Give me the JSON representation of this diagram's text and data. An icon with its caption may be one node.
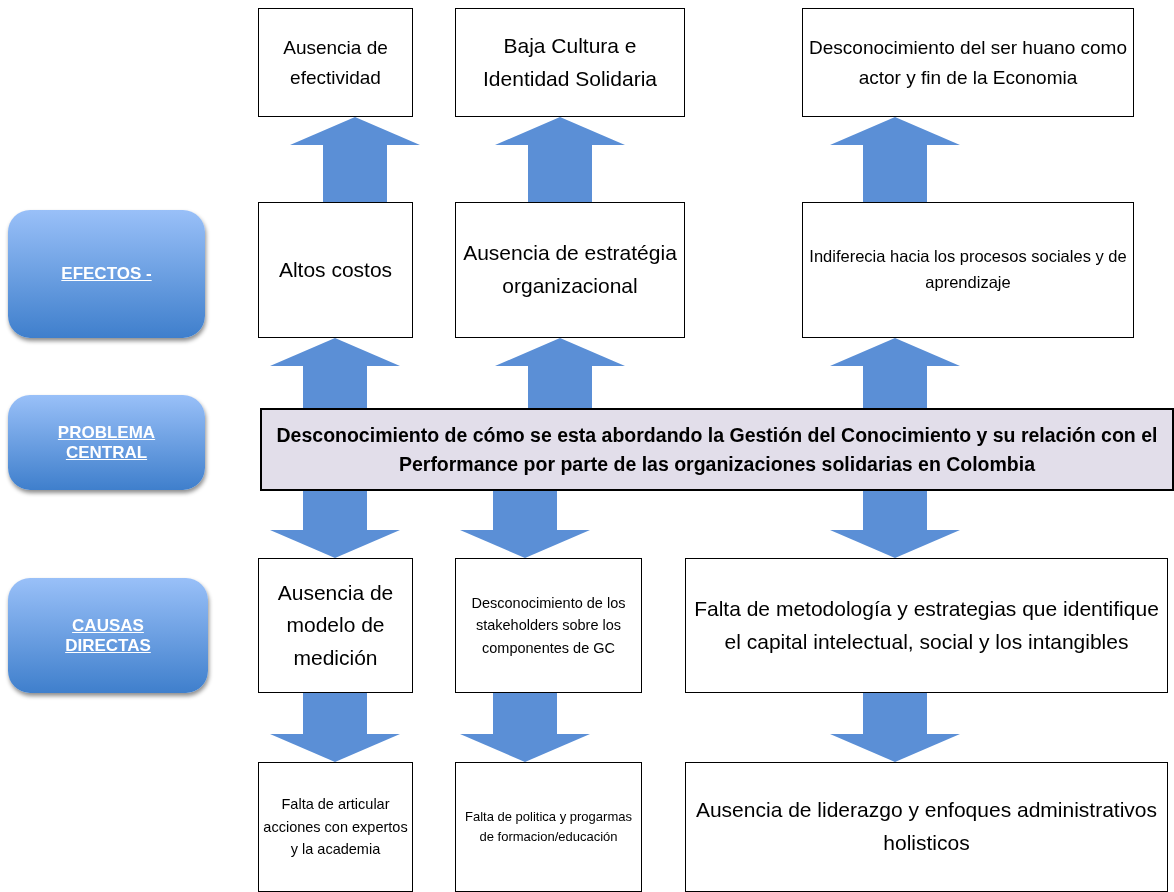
{
  "diagram": {
    "nodes": [
      {
        "text": [
          "EFECTOS -"
        ]
      },
      {
        "text": [
          "PROBLEMA CENTRAL"
        ]
      },
      {
        "text": [
          "CAUSAS DIRECTAS"
        ]
      },
      {
        "text": [
          "Ausencia de efectividad"
        ]
      },
      {
        "text": [
          "Baja Cultura e Identidad Solidaria"
        ]
      },
      {
        "text": [
          "Desconocimiento del ser huano como actor y fin de la Economia"
        ]
      },
      {
        "text": [
          "Altos costos"
        ]
      },
      {
        "text": [
          "Ausencia de estratégia organizacional"
        ]
      },
      {
        "text": [
          "Indiferecia hacia los procesos sociales y de aprendizaje"
        ]
      },
      {
        "text": [
          "Desconocimiento de cómo se esta  abordando  la Gestión  del Conocimiento y su relación con el Performance por parte de las organizaciones solidarias en Colombia"
        ]
      },
      {
        "text": [
          "Ausencia de modelo de medición"
        ]
      },
      {
        "text": [
          "Desconocimiento  de los stakeholders sobre los componentes de GC"
        ]
      },
      {
        "text": [
          "Falta de metodología y estrategias  que identifique el capital intelectual, social y los intangibles"
        ]
      },
      {
        "text": [
          "Falta de articular acciones con expertos y la academia"
        ]
      },
      {
        "text": [
          "Falta de politica y progarmas de formacion/educación"
        ]
      },
      {
        "text": [
          "Ausencia de liderazgo y enfoques administrativos holisticos"
        ]
      }
    ],
    "edges": [
      {
        "from": 6,
        "to": 3,
        "arrow": "to"
      },
      {
        "from": 7,
        "to": 4,
        "arrow": "to"
      },
      {
        "from": 8,
        "to": 5,
        "arrow": "to"
      },
      {
        "from": 9,
        "to": 6,
        "arrow": "to"
      },
      {
        "from": 9,
        "to": 7,
        "arrow": "to"
      },
      {
        "from": 9,
        "to": 8,
        "arrow": "to"
      },
      {
        "from": 9,
        "to": 10,
        "arrow": "to"
      },
      {
        "from": 9,
        "to": 11,
        "arrow": "to"
      },
      {
        "from": 9,
        "to": 12,
        "arrow": "to"
      },
      {
        "from": 10,
        "to": 13,
        "arrow": "to"
      },
      {
        "from": 11,
        "to": 14,
        "arrow": "to"
      },
      {
        "from": 12,
        "to": 15,
        "arrow": "to"
      }
    ]
  }
}
